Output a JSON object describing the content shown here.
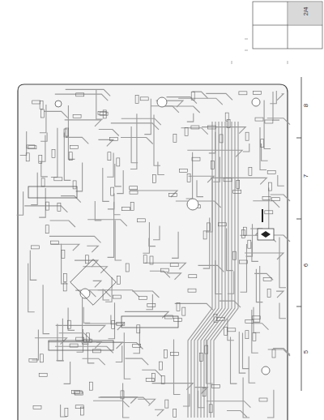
{
  "diagram": {
    "labels": [
      "2/4",
      "8",
      "7",
      "6",
      "5"
    ]
  }
}
